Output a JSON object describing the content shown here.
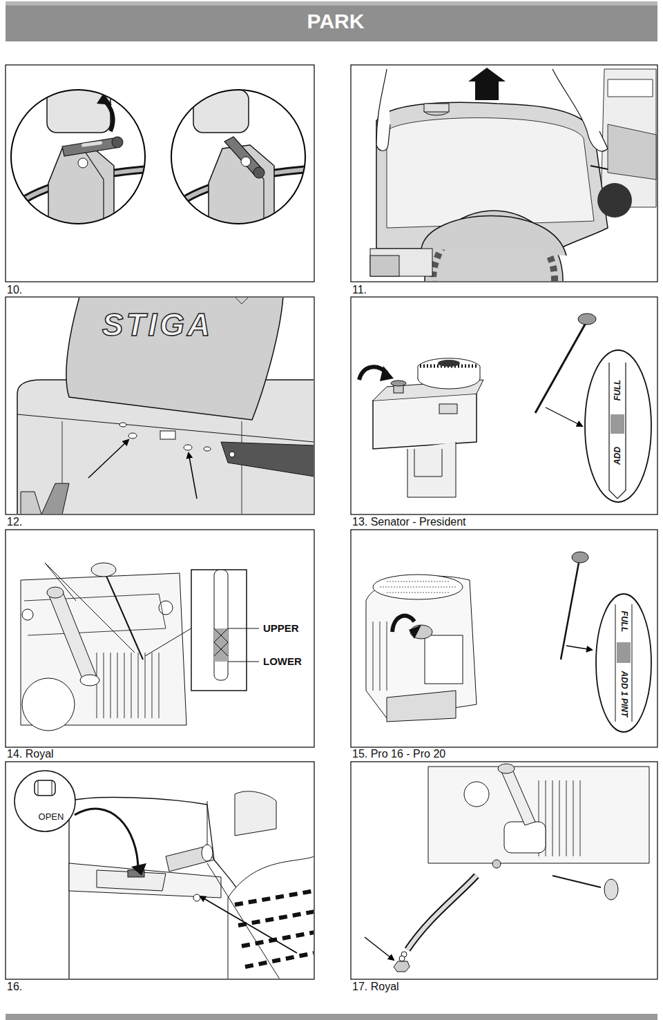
{
  "diagram": {
    "title": "PARK",
    "labels": [
      "10.",
      "11.",
      "12.",
      "13. Senator - President",
      "14. Royal",
      "15. Pro 16 - Pro 20",
      "16.",
      "17. Royal",
      "STIGA",
      "ADD",
      "FULL",
      "UPPER",
      "LOWER",
      "FULL",
      "ADD 1 PINT",
      "OPEN"
    ]
  }
}
